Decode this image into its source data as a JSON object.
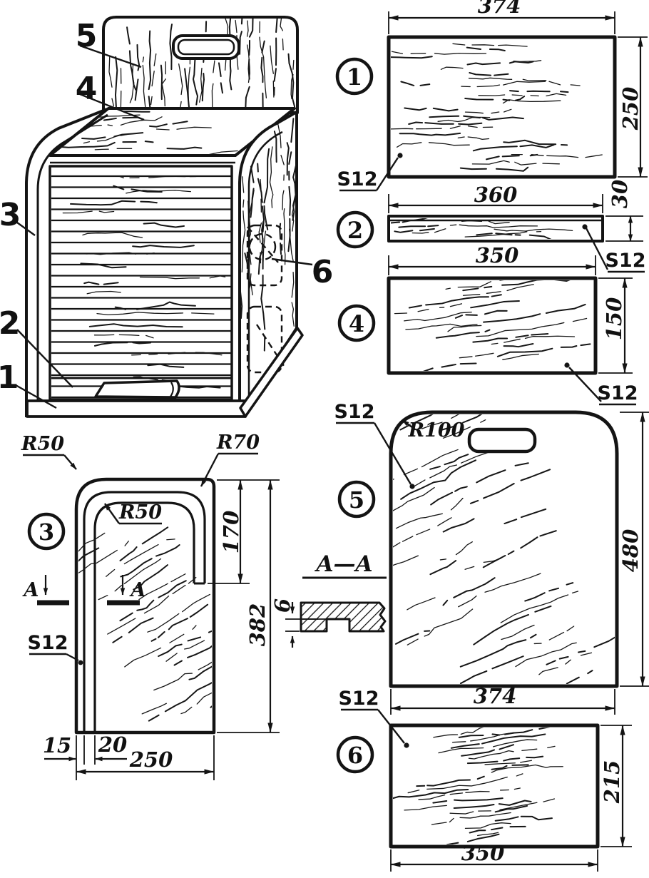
{
  "figure": {
    "callouts": [
      "1",
      "2",
      "3",
      "4",
      "5",
      "6"
    ],
    "section_detail": {
      "title": "A—A",
      "web_thickness": "6"
    },
    "parts": {
      "p1": {
        "num": "1",
        "width": "374",
        "height": "250",
        "thickness": "S12"
      },
      "p2": {
        "num": "2",
        "width": "360",
        "height": "30",
        "thickness": "S12"
      },
      "p3": {
        "num": "3",
        "width": "250",
        "height": "382",
        "edge_offset": "15",
        "groove_width": "20",
        "groove_drop": "170",
        "corner_radius_outer": "R50",
        "corner_radius_top": "R70",
        "corner_radius_inner": "R50",
        "thickness": "S12",
        "section_mark": "A"
      },
      "p4": {
        "num": "4",
        "width": "350",
        "height": "150",
        "thickness": "S12"
      },
      "p5": {
        "num": "5",
        "width": "374",
        "height": "480",
        "corner_radius": "R100",
        "thickness": "S12"
      },
      "p6": {
        "num": "6",
        "width": "350",
        "height": "215",
        "thickness": "S12"
      }
    }
  }
}
